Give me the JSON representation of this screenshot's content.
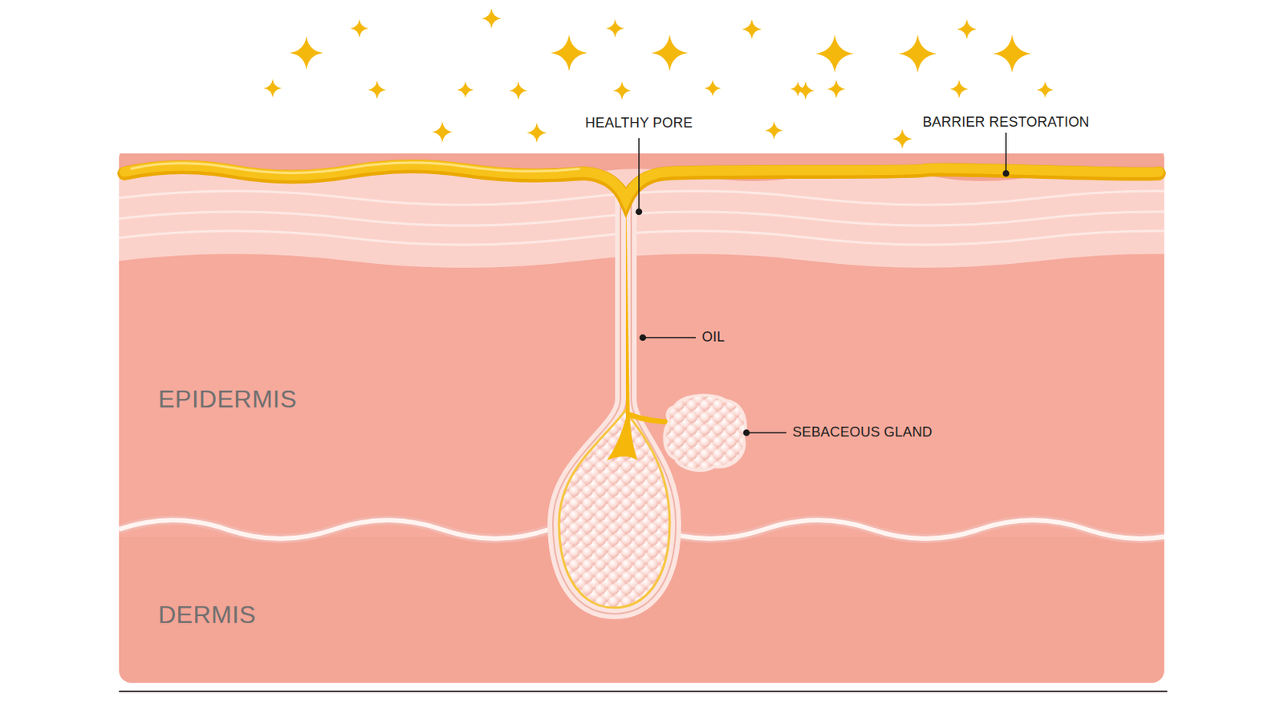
{
  "diagram": {
    "labels": [
      "HEALTHY PORE",
      "BARRIER RESTORATION",
      "OIL",
      "SEBACEOUS GLAND",
      "EPIDERMIS",
      "DERMIS"
    ]
  }
}
